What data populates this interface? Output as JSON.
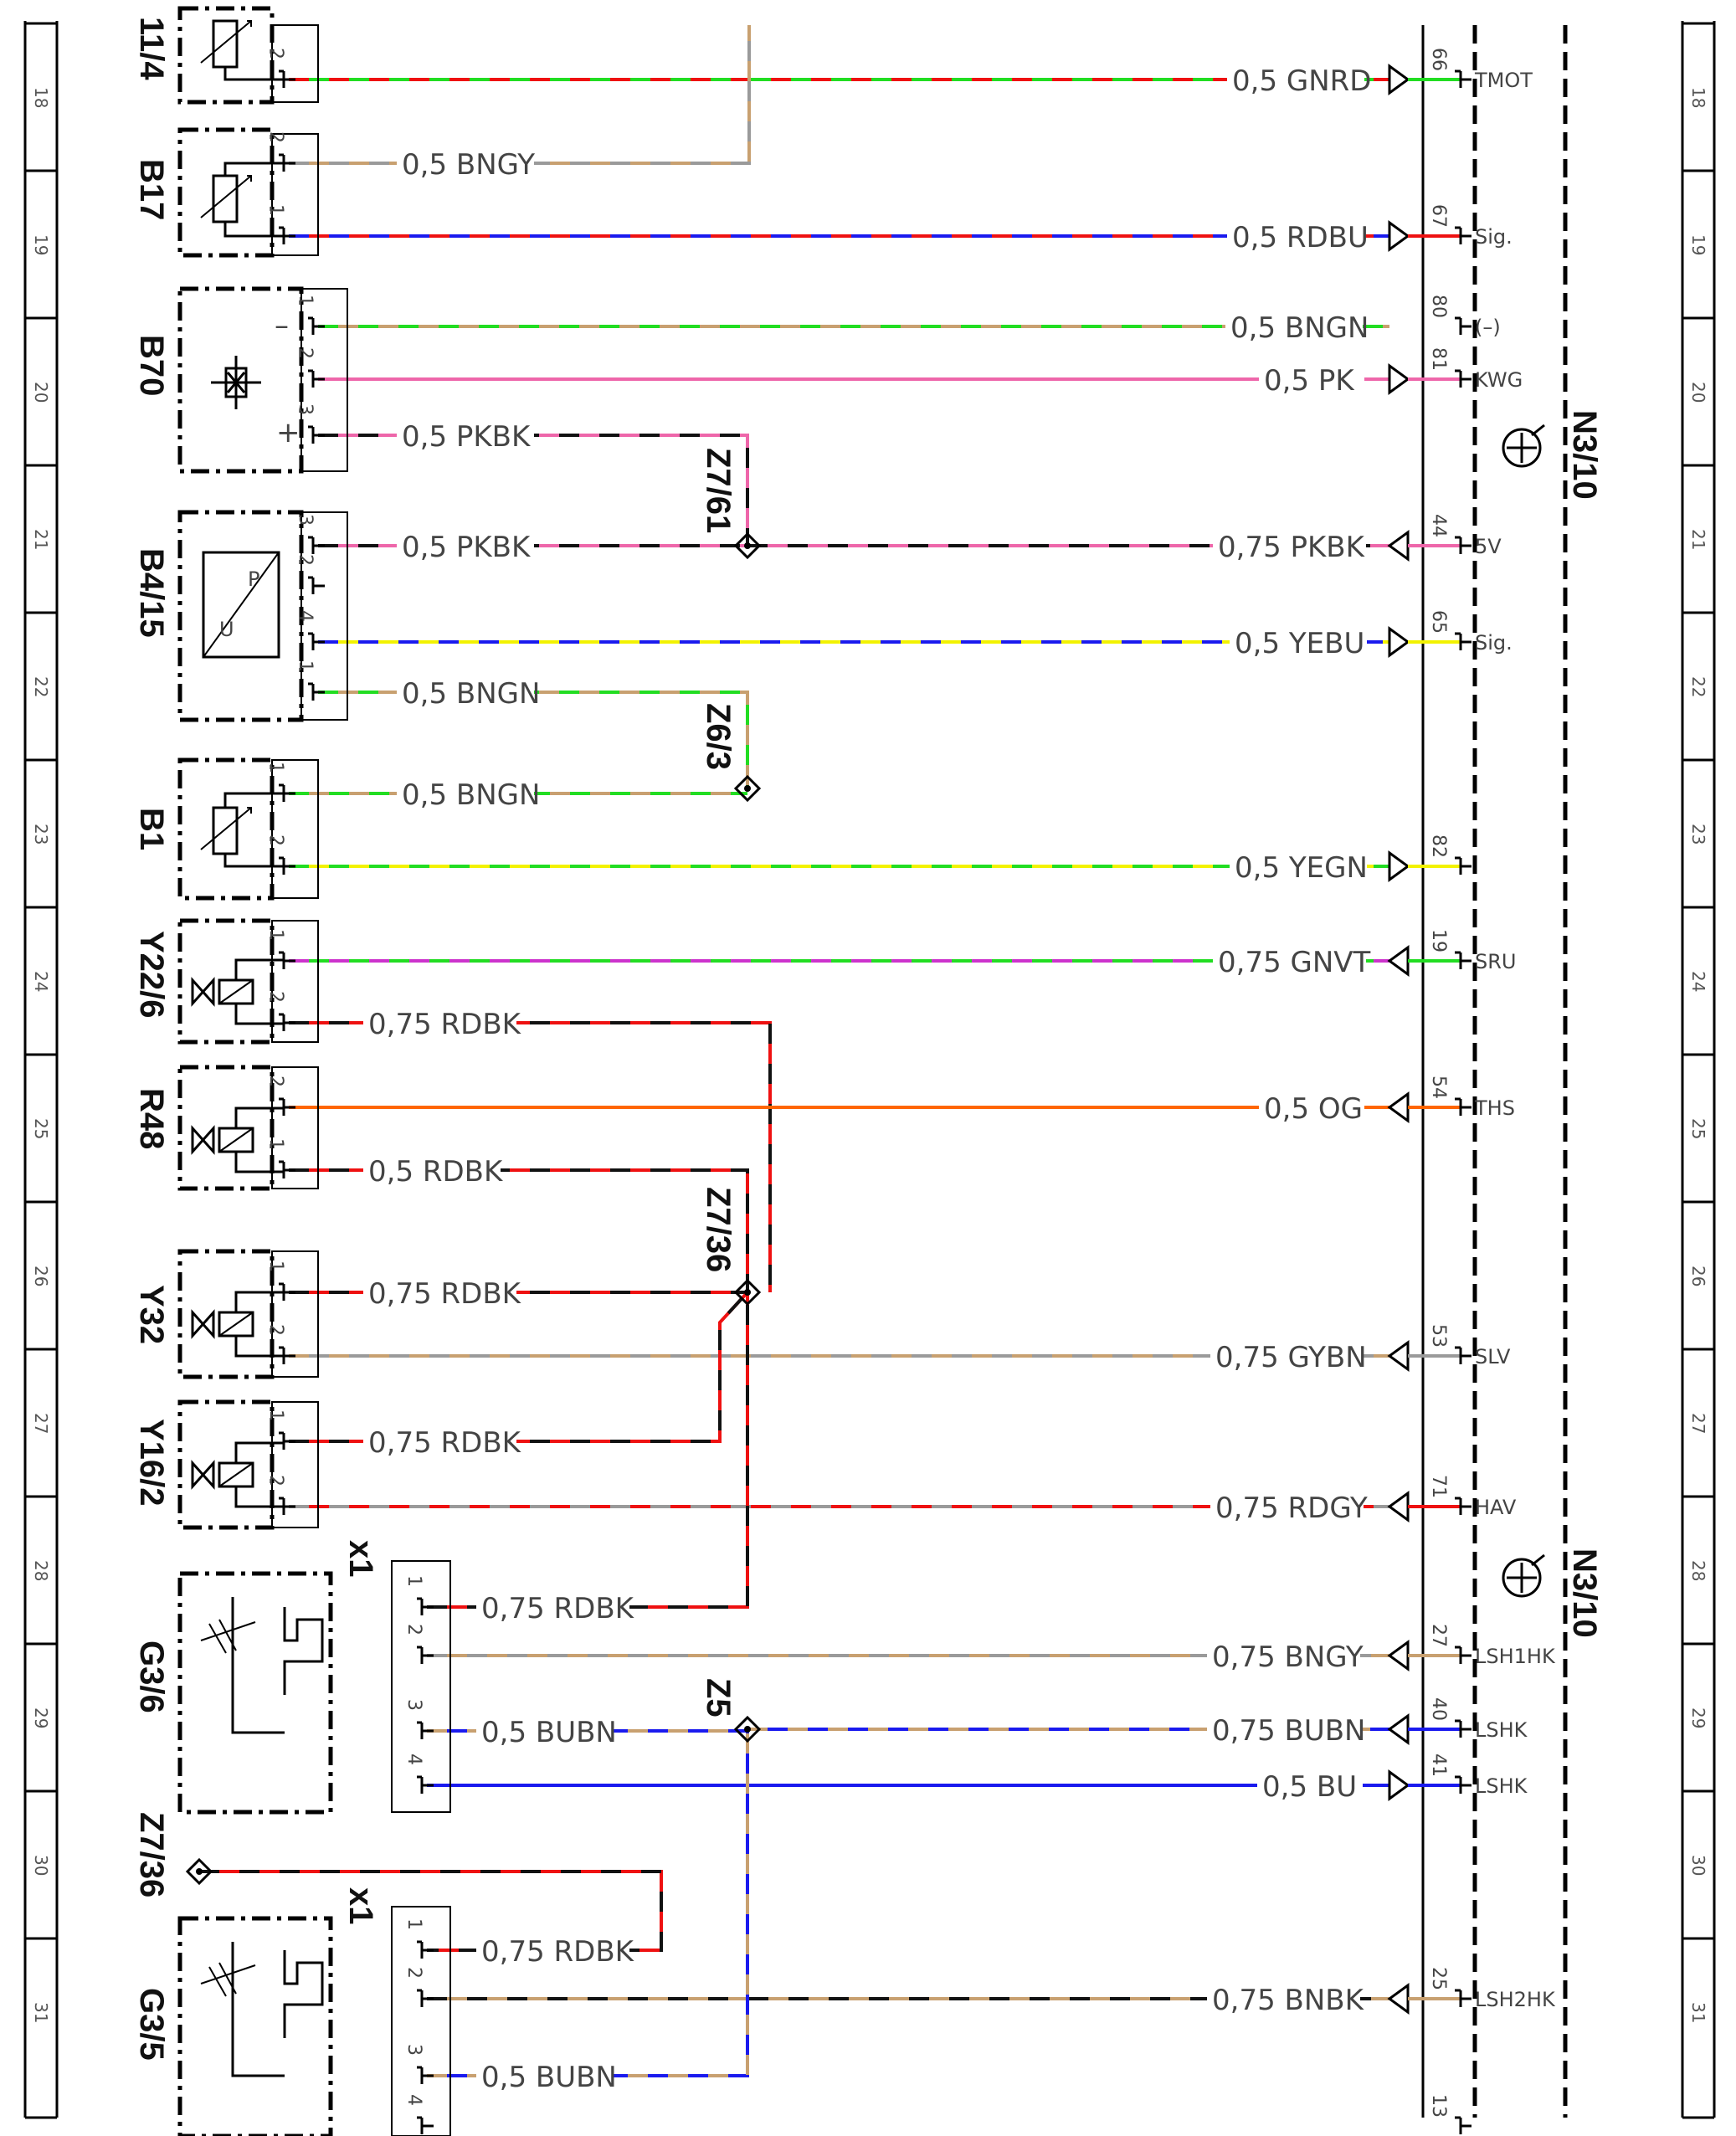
{
  "diagram": {
    "row_numbers": [
      "18",
      "19",
      "20",
      "21",
      "22",
      "23",
      "24",
      "25",
      "26",
      "27",
      "28",
      "29",
      "30",
      "31"
    ],
    "ecu_label": "N3/10",
    "components": [
      {
        "id": "c_114",
        "label": "11/4"
      },
      {
        "id": "c_b17",
        "label": "B17"
      },
      {
        "id": "c_b70",
        "label": "B70"
      },
      {
        "id": "c_b415",
        "label": "B4/15"
      },
      {
        "id": "c_b1",
        "label": "B1"
      },
      {
        "id": "c_y226",
        "label": "Y22/6"
      },
      {
        "id": "c_r48",
        "label": "R48"
      },
      {
        "id": "c_y32",
        "label": "Y32"
      },
      {
        "id": "c_y162",
        "label": "Y16/2"
      },
      {
        "id": "c_g36",
        "label": "G3/6"
      },
      {
        "id": "c_z736b",
        "label": "Z7/36"
      },
      {
        "id": "c_g35",
        "label": "G3/5"
      }
    ],
    "connector_labels": [
      "x1",
      "x1"
    ],
    "splices": [
      "Z7/61",
      "Z6/3",
      "Z7/36",
      "Z5"
    ],
    "pin_numbers": [
      "2",
      "2",
      "1",
      "1",
      "2",
      "3",
      "3",
      "2",
      "4",
      "1",
      "1",
      "2",
      "1",
      "2",
      "2",
      "1",
      "1",
      "2",
      "1",
      "2",
      "1",
      "2",
      "3",
      "4",
      "1",
      "2",
      "3",
      "4"
    ],
    "polarity_marks": [
      "–",
      "+"
    ],
    "wire_labels": [
      "0,5 GNRD",
      "0,5 BNGY",
      "0,5 RDBU",
      "0,5 BNGN",
      "0,5 PK",
      "0,5 PKBK",
      "0,5 PKBK",
      "0,75 PKBK",
      "0,5 YEBU",
      "0,5 BNGN",
      "0,5 BNGN",
      "0,5 YEGN",
      "0,75 GNVT",
      "0,75 RDBK",
      "0,5 OG",
      "0,5 RDBK",
      "0,75 RDBK",
      "0,75 GYBN",
      "0,75 RDBK",
      "0,75 RDGY",
      "0,75 RDBK",
      "0,75 BNGY",
      "0,5 BUBN",
      "0,75 BUBN",
      "0,5 BU",
      "0,75 RDBK",
      "0,75 BNBK",
      "0,5 BUBN"
    ],
    "ecu_pins": [
      {
        "pin": "66",
        "signal": "TMOT"
      },
      {
        "pin": "67",
        "signal": "Sig."
      },
      {
        "pin": "80",
        "signal": "(–)"
      },
      {
        "pin": "81",
        "signal": "KWG"
      },
      {
        "pin": "44",
        "signal": "5V"
      },
      {
        "pin": "65",
        "signal": "Sig."
      },
      {
        "pin": "82",
        "signal": ""
      },
      {
        "pin": "19",
        "signal": "SRU"
      },
      {
        "pin": "54",
        "signal": "THS"
      },
      {
        "pin": "53",
        "signal": "SLV"
      },
      {
        "pin": "71",
        "signal": "HAV"
      },
      {
        "pin": "27",
        "signal": "LSH1HK"
      },
      {
        "pin": "40",
        "signal": "LSHK"
      },
      {
        "pin": "41",
        "signal": "LSHK"
      },
      {
        "pin": "25",
        "signal": "LSH2HK"
      },
      {
        "pin": "13",
        "signal": ""
      }
    ],
    "component_text": {
      "p": "P",
      "u": "U"
    },
    "colors": {
      "GN": "#22dd22",
      "RD": "#ee1111",
      "BN": "#c8a070",
      "GY": "#9a9a9a",
      "BU": "#1a1aee",
      "PK": "#ee66aa",
      "BK": "#111111",
      "YE": "#f2f200",
      "VT": "#cc33cc",
      "OG": "#ff6600"
    }
  }
}
